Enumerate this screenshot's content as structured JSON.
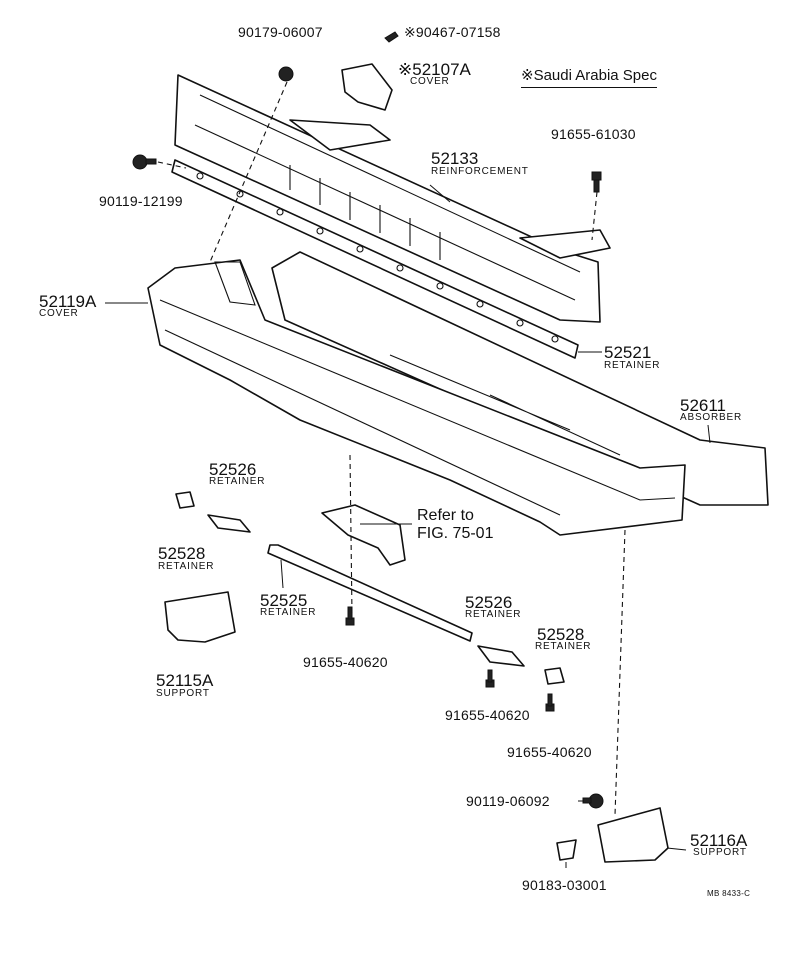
{
  "note": {
    "text": "※Saudi Arabia Spec"
  },
  "figure_id": "MB 8433-C",
  "callouts": [
    {
      "id": "c1",
      "number": "90179-06007",
      "name": ""
    },
    {
      "id": "c2",
      "number": "※90467-07158",
      "name": ""
    },
    {
      "id": "c3",
      "number": "※52107A",
      "name": "COVER"
    },
    {
      "id": "c4",
      "number": "91655-61030",
      "name": ""
    },
    {
      "id": "c5",
      "number": "52133",
      "name": "REINFORCEMENT"
    },
    {
      "id": "c6",
      "number": "90119-12199",
      "name": ""
    },
    {
      "id": "c7",
      "number": "52119A",
      "name": "COVER"
    },
    {
      "id": "c8",
      "number": "52521",
      "name": "RETAINER"
    },
    {
      "id": "c9",
      "number": "52611",
      "name": "ABSORBER"
    },
    {
      "id": "c10",
      "number": "52526",
      "name": "RETAINER"
    },
    {
      "id": "c11",
      "number": "52528",
      "name": "RETAINER"
    },
    {
      "id": "c12",
      "number": "52525",
      "name": "RETAINER"
    },
    {
      "id": "c13",
      "number": "91655-40620",
      "name": ""
    },
    {
      "id": "c14",
      "number": "52115A",
      "name": "SUPPORT"
    },
    {
      "id": "c15",
      "number": "52526",
      "name": "RETAINER"
    },
    {
      "id": "c16",
      "number": "52528",
      "name": "RETAINER"
    },
    {
      "id": "c17",
      "number": "91655-40620",
      "name": ""
    },
    {
      "id": "c18",
      "number": "91655-40620",
      "name": ""
    },
    {
      "id": "c19",
      "number": "90119-06092",
      "name": ""
    },
    {
      "id": "c20",
      "number": "52116A",
      "name": "SUPPORT"
    },
    {
      "id": "c21",
      "number": "90183-03001",
      "name": ""
    }
  ],
  "reference": {
    "line1": "Refer to",
    "line2": "FIG. 75-01"
  }
}
